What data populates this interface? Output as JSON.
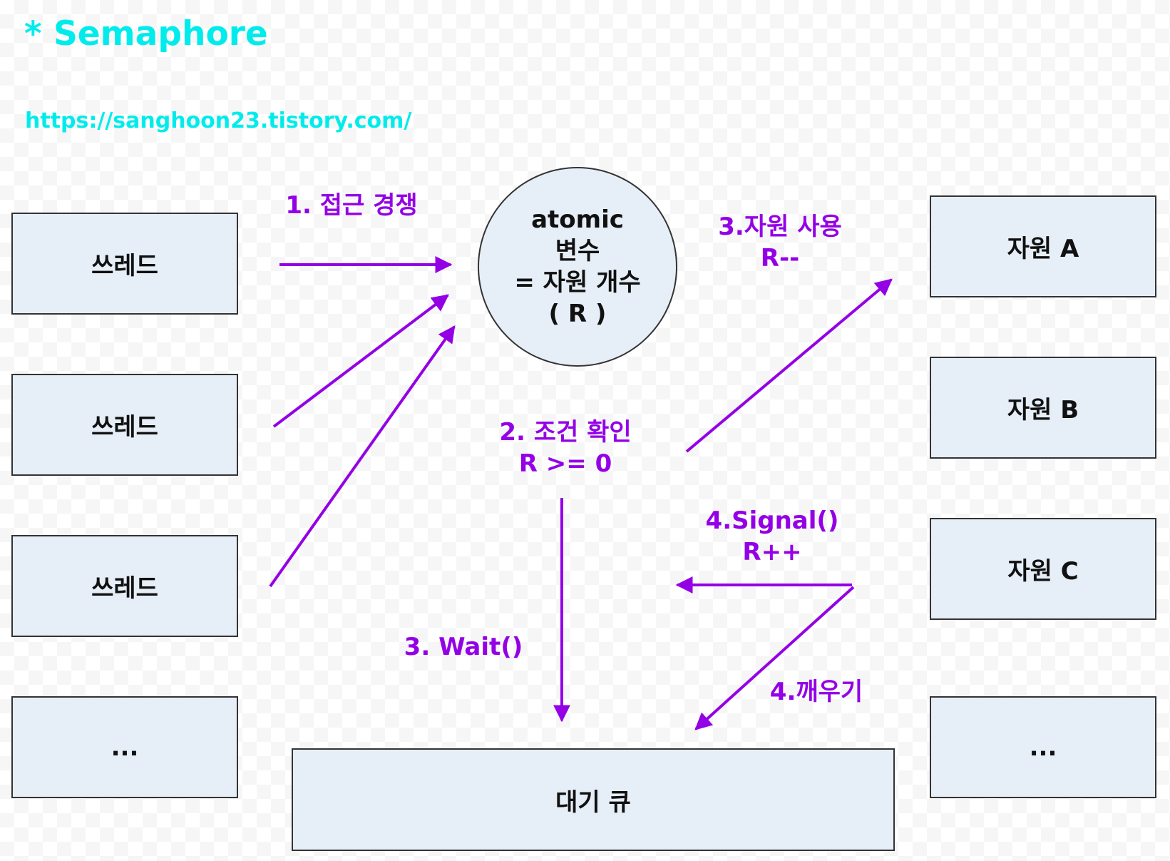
{
  "title": "* Semaphore",
  "url": "https://sanghoon23.tistory.com/",
  "threads": [
    "쓰레드",
    "쓰레드",
    "쓰레드",
    "..."
  ],
  "resources": [
    "자원 A",
    "자원 B",
    "자원 C",
    "..."
  ],
  "atomic": {
    "line1": "atomic",
    "line2": "변수",
    "line3": "= 자원 개수",
    "line4": "( R )"
  },
  "queue": "대기 큐",
  "steps": {
    "access": "1. 접근 경쟁",
    "check_line1": "2. 조건 확인",
    "check_line2": "R >= 0",
    "use_line1": "3.자원 사용",
    "use_line2": "R--",
    "wait": "3. Wait()",
    "signal_line1": "4.Signal()",
    "signal_line2": "R++",
    "wake": "4.깨우기"
  },
  "colors": {
    "title": "#00ecec",
    "arrow": "#9400e6",
    "box_fill": "#e6eef7",
    "box_border": "#333333"
  }
}
